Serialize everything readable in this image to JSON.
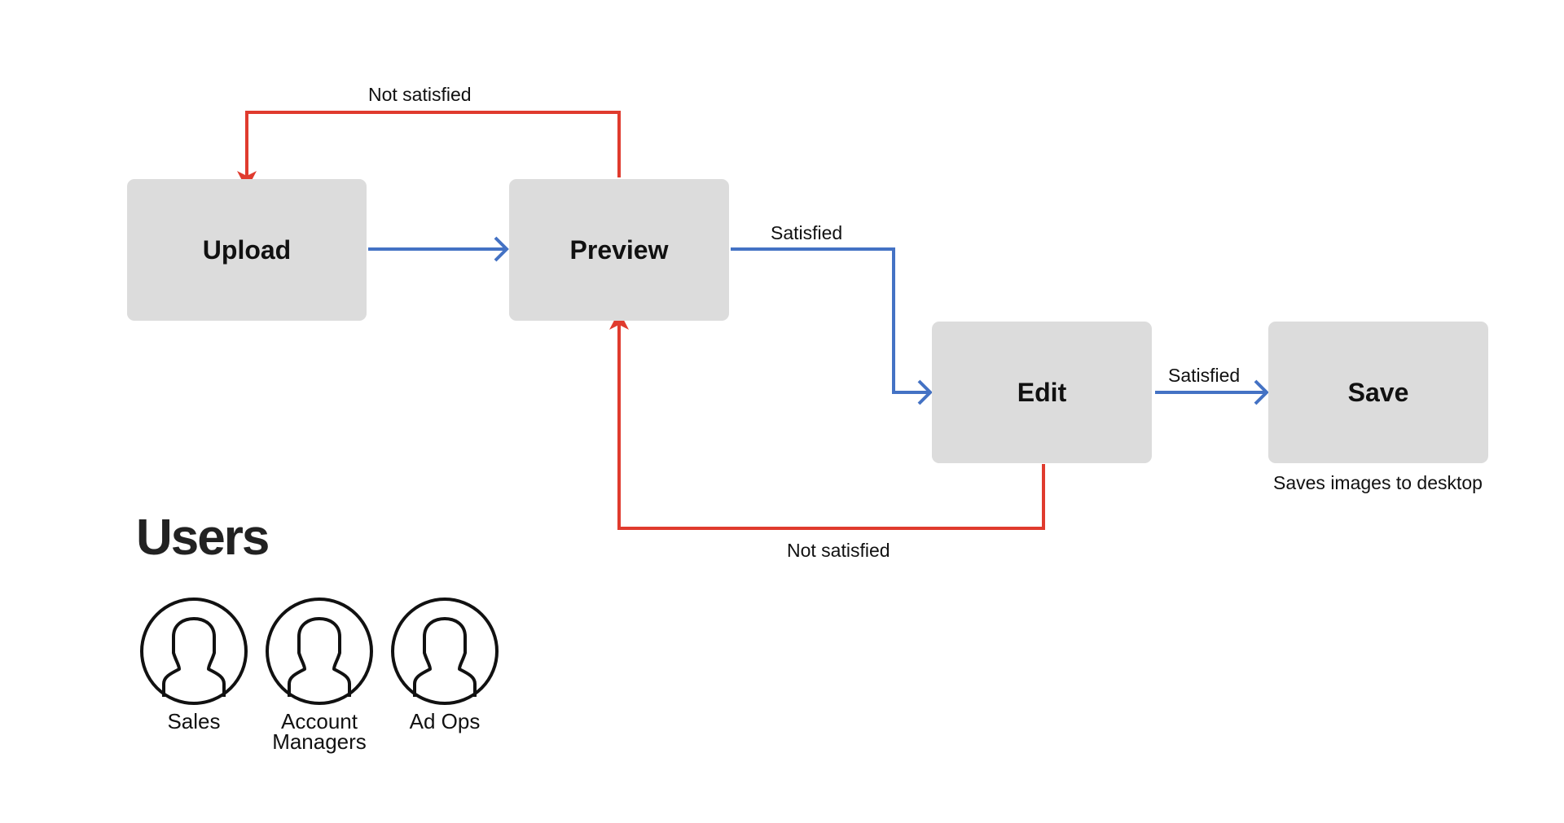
{
  "flow": {
    "nodes": {
      "upload": "Upload",
      "preview": "Preview",
      "edit": "Edit",
      "save": "Save"
    },
    "edges": {
      "preview_to_upload": "Not satisfied",
      "preview_to_edit": "Satisfied",
      "edit_to_save": "Satisfied",
      "edit_to_preview": "Not satisfied"
    },
    "save_note": "Saves images to desktop"
  },
  "users": {
    "title": "Users",
    "items": [
      {
        "label": "Sales"
      },
      {
        "label": "Account\nManagers"
      },
      {
        "label": "Ad Ops"
      }
    ]
  },
  "colors": {
    "success_arrow": "#4472c4",
    "failure_arrow": "#e03b2e",
    "node_fill": "#dcdcdc"
  }
}
